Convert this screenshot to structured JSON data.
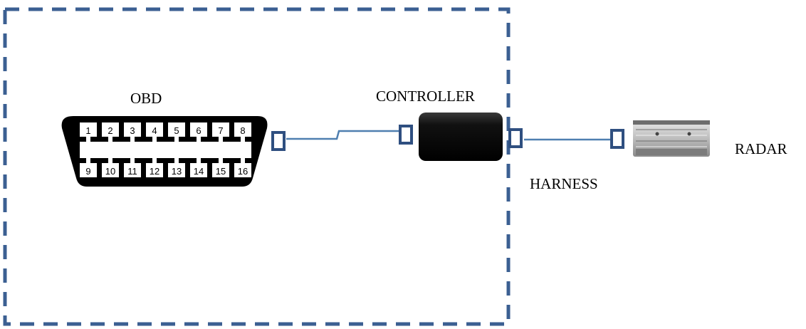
{
  "labels": {
    "obd": "OBD",
    "controller": "CONTROLLER",
    "harness": "HARNESS",
    "radar": "RADAR"
  },
  "obd_pins": {
    "top": [
      "1",
      "2",
      "3",
      "4",
      "5",
      "6",
      "7",
      "8"
    ],
    "bottom": [
      "9",
      "10",
      "11",
      "12",
      "13",
      "14",
      "15",
      "16"
    ]
  },
  "colors": {
    "boundary": "#3b5f92",
    "wire": "#4f7fb0",
    "port": "#2f4f80",
    "connector_body": "#000000",
    "controller_body": "#0a0a0a"
  }
}
